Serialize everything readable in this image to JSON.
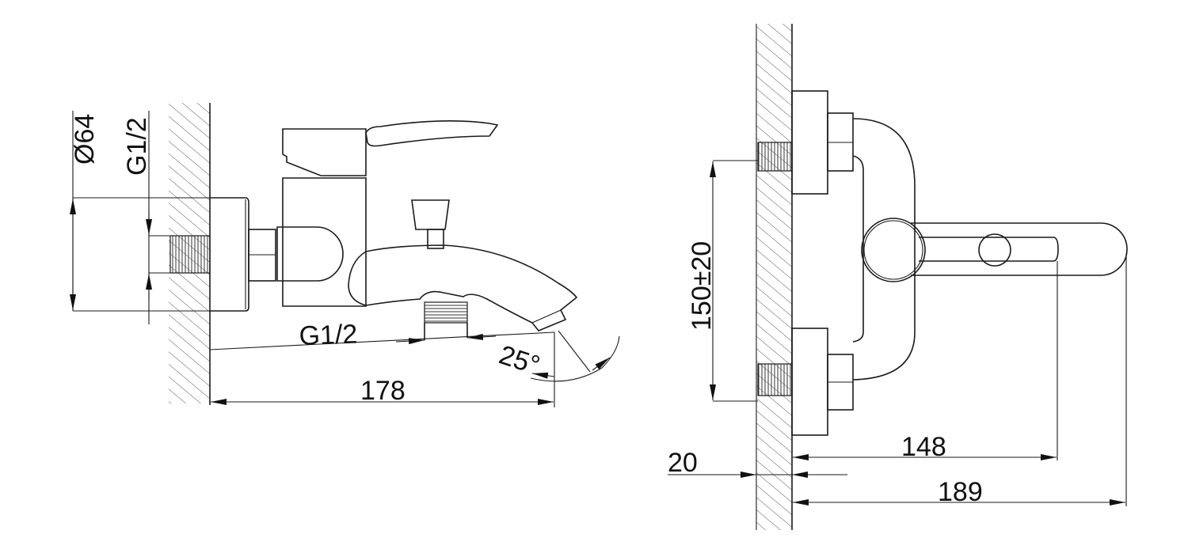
{
  "drawing": {
    "side_view": {
      "escutcheon_diameter_label": "Ø64",
      "inlet_thread_label": "G1/2",
      "outlet_thread_label": "G1/2",
      "spout_angle_label": "25°",
      "projection_label": "178"
    },
    "front_view": {
      "inlet_spacing_label": "150±20",
      "wall_offset_label": "20",
      "lever_reach_label": "148",
      "spout_reach_label": "189"
    },
    "colors": {
      "line": "#1a1a1a",
      "background": "#ffffff"
    }
  }
}
